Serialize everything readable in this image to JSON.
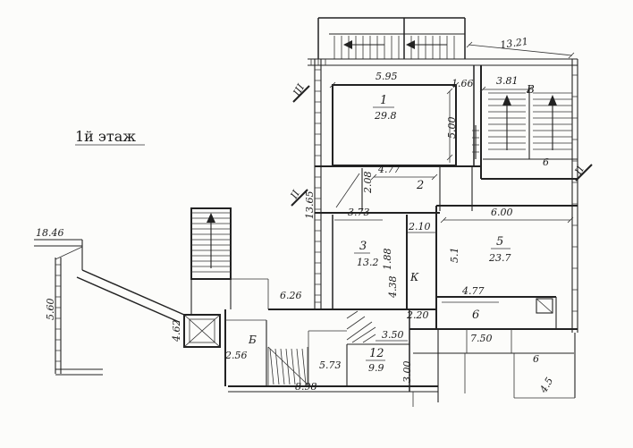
{
  "meta": {
    "document_type": "scanned floor plan drawing",
    "floor_title": "1й этаж"
  },
  "colors": {
    "ink": "#222222",
    "paper": "#fcfcfa"
  },
  "labels": [
    {
      "kind": "dimension",
      "text": "13.21"
    },
    {
      "kind": "dimension",
      "text": "5.95"
    },
    {
      "kind": "dimension",
      "text": "1.66"
    },
    {
      "kind": "dimension",
      "text": "3.81"
    },
    {
      "kind": "room-letter",
      "text": "В"
    },
    {
      "kind": "section-marker",
      "text": "III"
    },
    {
      "kind": "room-number",
      "text": "1"
    },
    {
      "kind": "room-area",
      "text": "29.8"
    },
    {
      "kind": "dimension",
      "text": "5.00"
    },
    {
      "kind": "floor-title",
      "text": "1й этаж"
    },
    {
      "kind": "dimension",
      "text": "6"
    },
    {
      "kind": "section-marker",
      "text": "II"
    },
    {
      "kind": "dimension",
      "text": "4.77"
    },
    {
      "kind": "dimension",
      "text": "2.08"
    },
    {
      "kind": "room-number",
      "text": "2"
    },
    {
      "kind": "section-marker",
      "text": "II"
    },
    {
      "kind": "dimension",
      "text": "13.65"
    },
    {
      "kind": "dimension",
      "text": "3.73"
    },
    {
      "kind": "dimension",
      "text": "6.00"
    },
    {
      "kind": "dimension",
      "text": "2.10"
    },
    {
      "kind": "dimension",
      "text": "18.46"
    },
    {
      "kind": "room-number",
      "text": "3"
    },
    {
      "kind": "room-area",
      "text": "13.2"
    },
    {
      "kind": "dimension",
      "text": "1.88"
    },
    {
      "kind": "room-number",
      "text": "5"
    },
    {
      "kind": "room-area",
      "text": "23.7"
    },
    {
      "kind": "dimension",
      "text": "5.1"
    },
    {
      "kind": "room-letter",
      "text": "К"
    },
    {
      "kind": "dimension",
      "text": "4.38"
    },
    {
      "kind": "dimension",
      "text": "4.77"
    },
    {
      "kind": "dimension",
      "text": "6.26"
    },
    {
      "kind": "dimension",
      "text": "2.20"
    },
    {
      "kind": "room-number",
      "text": "6"
    },
    {
      "kind": "dimension",
      "text": "7.50"
    },
    {
      "kind": "dimension",
      "text": "3.50"
    },
    {
      "kind": "room-letter",
      "text": "Б"
    },
    {
      "kind": "dimension",
      "text": "2.56"
    },
    {
      "kind": "room-number",
      "text": "12"
    },
    {
      "kind": "room-area",
      "text": "9.9"
    },
    {
      "kind": "dimension",
      "text": "5.73"
    },
    {
      "kind": "dimension",
      "text": "8.98"
    },
    {
      "kind": "dimension",
      "text": "4.62"
    },
    {
      "kind": "dimension",
      "text": "5.60"
    },
    {
      "kind": "dimension",
      "text": "3.00"
    },
    {
      "kind": "dimension",
      "text": "6"
    },
    {
      "kind": "dimension",
      "text": "4.5"
    }
  ],
  "rooms": [
    {
      "number": "1",
      "area": "29.8"
    },
    {
      "number": "2",
      "area": ""
    },
    {
      "number": "3",
      "area": "13.2"
    },
    {
      "number": "5",
      "area": "23.7"
    },
    {
      "number": "6",
      "area": ""
    },
    {
      "number": "12",
      "area": "9.9"
    },
    {
      "letter": "В"
    },
    {
      "letter": "Б"
    },
    {
      "letter": "К"
    }
  ]
}
